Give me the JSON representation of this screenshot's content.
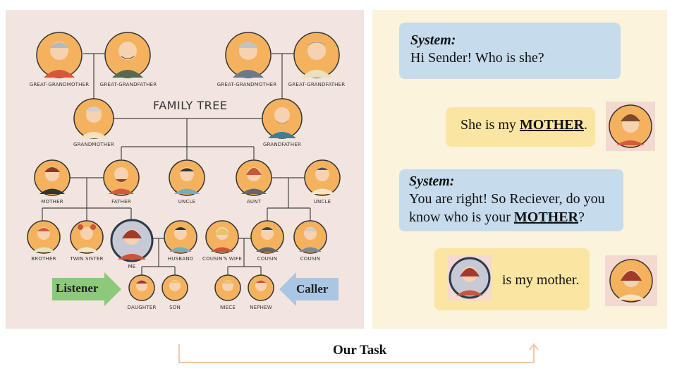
{
  "tree": {
    "title": "FAMILY TREE",
    "labels": {
      "ggm_left": "GREAT-GRANDMOTHER",
      "ggf_left": "GREAT-GRANDFATHER",
      "ggm_right": "GREAT-GRANDMOTHER",
      "ggf_right": "GREAT-GRANDFATHER",
      "grandmother": "GRANDMOTHER",
      "grandfather": "GRANDFATHER",
      "mother": "MOTHER",
      "father": "FATHER",
      "uncle1": "UNCLE",
      "aunt": "AUNT",
      "uncle2": "UNCLE",
      "brother": "BROTHER",
      "twin_sister": "TWIN SISTER",
      "me": "ME",
      "husband": "HUSBAND",
      "cousins_wife": "COUSIN'S WIFE",
      "cousin1": "COUSIN",
      "cousin2": "COUSIN",
      "daughter": "DAUGHTER",
      "son": "SON",
      "niece": "NIECE",
      "nephew": "NEPHEW"
    },
    "listener_label": "Listener",
    "caller_label": "Caller"
  },
  "chat": {
    "msg1_sys": "System:",
    "msg1_text": "Hi Sender! Who is she?",
    "msg2_pre": "She is my ",
    "msg2_bold": "MOTHER",
    "msg2_post": ".",
    "msg3_sys": "System:",
    "msg3_text1": "You are right! So Reciever, do you",
    "msg3_pre": "know who is your ",
    "msg3_bold": "MOTHER",
    "msg3_post": "?",
    "msg4_text": "is my mother."
  },
  "footer": {
    "task_label": "Our Task"
  },
  "colors": {
    "left_panel": "#f2e4de",
    "right_panel": "#fbf3dc",
    "system_bubble": "#c6dcec",
    "answer_bubble": "#fae5a3",
    "listener_arrow": "#8cc97a",
    "caller_arrow": "#a9c6e4",
    "task_bracket": "#f0c8a8"
  }
}
